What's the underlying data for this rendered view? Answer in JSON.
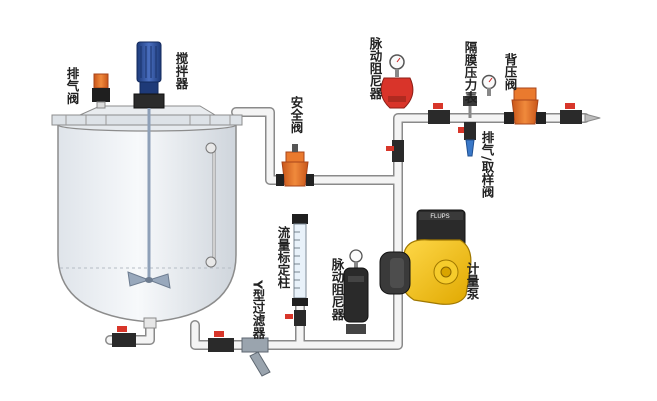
{
  "labels": {
    "exhaust_valve_tank": "排气阀",
    "agitator": "搅拌器",
    "safety_valve": "安全阀",
    "pulse_damper_top": "脉动阻尼器",
    "diaphragm_gauge": "隔膜压力表",
    "back_pressure_valve": "背压阀",
    "exhaust_sampling_valve": "排气/取样阀",
    "flow_column": "流量标定柱",
    "y_filter": "Y型过滤器",
    "pulse_damper_bottom": "脉动阻尼器",
    "metering_pump": "计量泵",
    "pump_brand": "FLUPS"
  },
  "colors": {
    "pipe": "#f2f2f2",
    "pipe_edge": "#8a8a8a",
    "tank_fill": "#eef1f4",
    "tank_edge": "#8c8c8c",
    "valve_orange": "#e8702a",
    "valve_red": "#d8362a",
    "pump_yellow": "#f4c21a",
    "motor_blue": "#2d4f9a",
    "motor_black": "#2a2a2a",
    "text": "#222222"
  }
}
